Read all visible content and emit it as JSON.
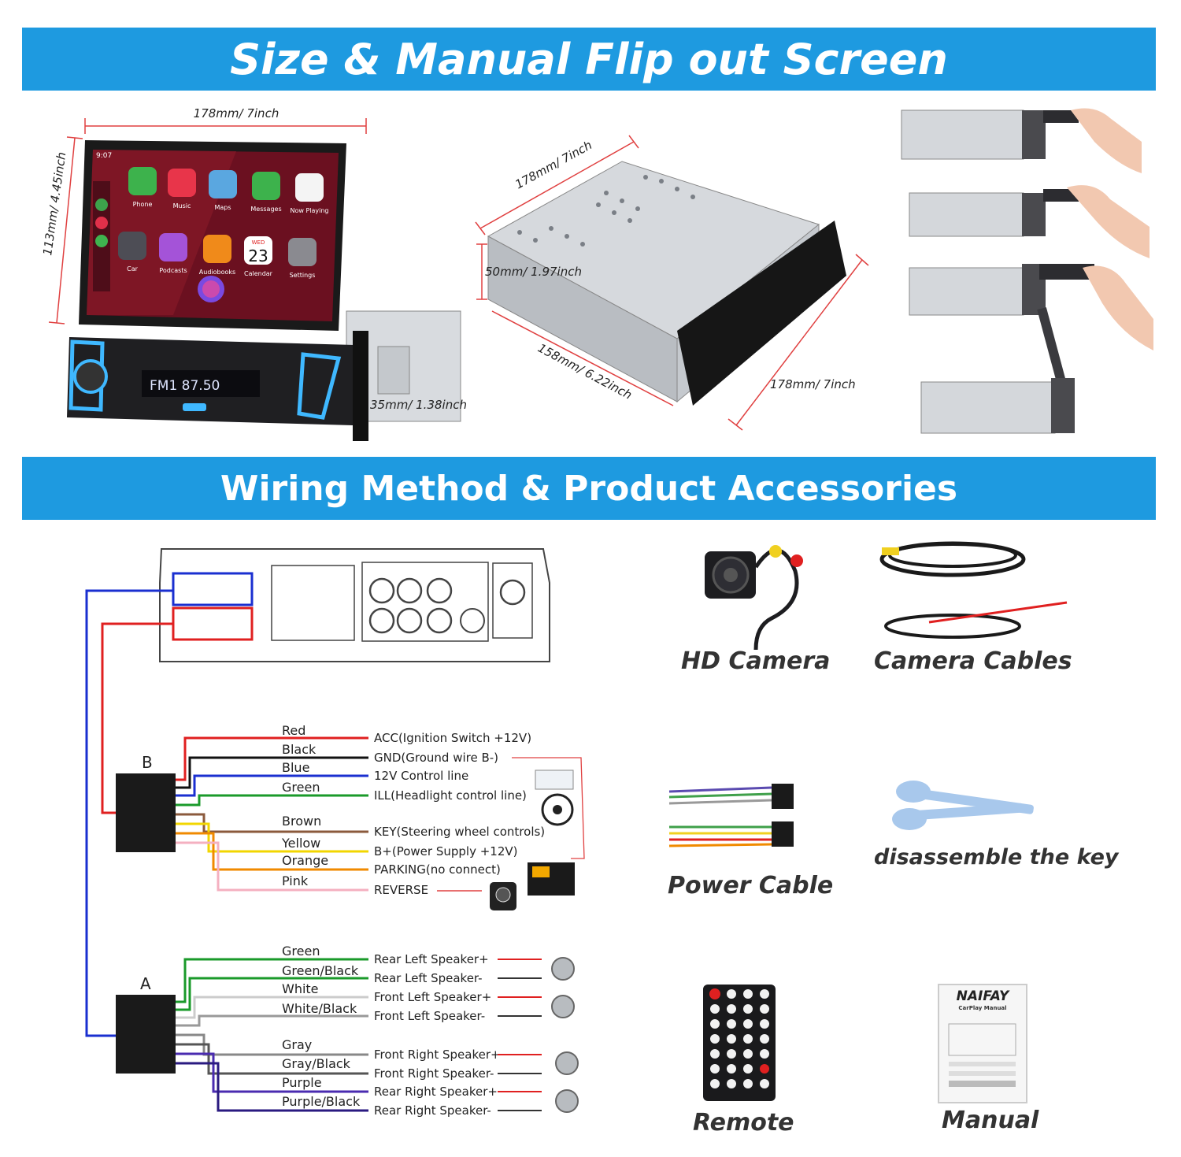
{
  "banners": {
    "top": "Size & Manual Flip out Screen",
    "middle": "Wiring Method & Product Accessories"
  },
  "dimensions": {
    "front_width": "178mm/ 7inch",
    "screen_height": "113mm/ 4.45inch",
    "front_depth": "35mm/ 1.38inch",
    "chassis_width": "178mm/ 7inch",
    "chassis_height": "50mm/ 1.97inch",
    "chassis_depth": "158mm/ 6.22inch",
    "chassis_front": "178mm/  7inch"
  },
  "screen": {
    "time": "9:07",
    "apps_row1": [
      "Phone",
      "Music",
      "Maps",
      "Messages",
      "Now Playing"
    ],
    "apps_row2": [
      "Car",
      "Podcasts",
      "Audiobooks",
      "Calendar",
      "Settings"
    ],
    "calendar_day": "WED",
    "calendar_date": "23",
    "radio_display": "FM1   87.50"
  },
  "connectors": {
    "b": "B",
    "a": "A"
  },
  "wiring_b": [
    {
      "wire": "Red",
      "function": "ACC(Ignition Switch +12V)",
      "color": "#e02020"
    },
    {
      "wire": "Black",
      "function": "GND(Ground wire B-)",
      "color": "#111111"
    },
    {
      "wire": "Blue",
      "function": "12V Control line",
      "color": "#1a2fd0"
    },
    {
      "wire": "Green",
      "function": "ILL(Headlight control line)",
      "color": "#1a9a2a"
    },
    {
      "wire": "Brown",
      "function": "KEY(Steering wheel controls)",
      "color": "#8b5a3c"
    },
    {
      "wire": "Yellow",
      "function": "B+(Power Supply +12V)",
      "color": "#f2d600"
    },
    {
      "wire": "Orange",
      "function": "PARKING(no connect)",
      "color": "#f08a00"
    },
    {
      "wire": "Pink",
      "function": "REVERSE",
      "color": "#f4b0c0"
    }
  ],
  "wiring_a": [
    {
      "wire": "Green",
      "function": "Rear Left Speaker+",
      "color": "#1a9a2a"
    },
    {
      "wire": "Green/Black",
      "function": "Rear Left Speaker-",
      "color": "#1a9a2a"
    },
    {
      "wire": "White",
      "function": "Front Left Speaker+",
      "color": "#cccccc"
    },
    {
      "wire": "White/Black",
      "function": "Front Left Speaker-",
      "color": "#999999"
    },
    {
      "wire": "Gray",
      "function": "Front Right Speaker+",
      "color": "#888888"
    },
    {
      "wire": "Gray/Black",
      "function": "Front Right Speaker-",
      "color": "#555555"
    },
    {
      "wire": "Purple",
      "function": "Rear Right Speaker+",
      "color": "#4a2bb0"
    },
    {
      "wire": "Purple/Black",
      "function": "Rear Right Speaker-",
      "color": "#2a1a80"
    }
  ],
  "accessories": {
    "hd_camera": "HD Camera",
    "camera_cables": "Camera Cables",
    "power_cable": "Power Cable",
    "disassemble_key": "disassemble the key",
    "remote": "Remote",
    "manual": "Manual",
    "manual_brand": "NAIFAY",
    "manual_subtitle": "CarPlay Manual"
  }
}
